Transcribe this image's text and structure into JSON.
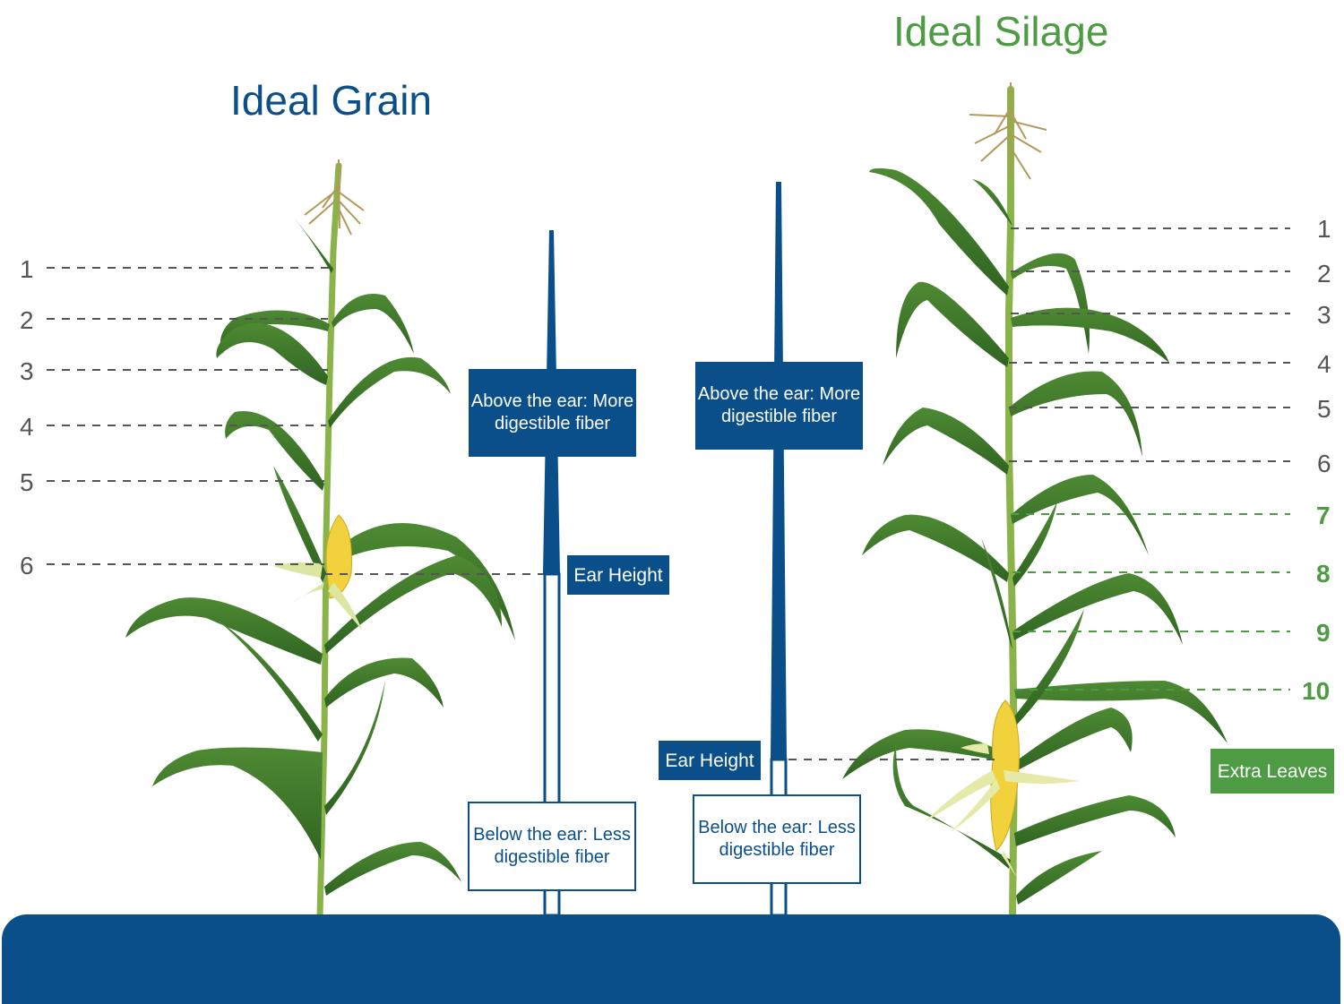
{
  "titles": {
    "grain": "Ideal Grain",
    "silage": "Ideal Silage"
  },
  "grain_leaf_numbers": [
    "1",
    "2",
    "3",
    "4",
    "5",
    "6"
  ],
  "silage_leaf_numbers": [
    "1",
    "2",
    "3",
    "4",
    "5",
    "6"
  ],
  "silage_extra_leaf_numbers": [
    "7",
    "8",
    "9",
    "10"
  ],
  "grain_labels": {
    "above": "Above the ear: More digestible fiber",
    "ear_height": "Ear Height",
    "below": "Below the ear: Less digestible fiber"
  },
  "silage_labels": {
    "above": "Above the ear: More digestible fiber",
    "ear_height": "Ear Height",
    "below": "Below the ear: Less digestible fiber",
    "extra": "Extra Leaves"
  },
  "colors": {
    "navy": "#0a4f8a",
    "green": "#4d9b43",
    "stalk": "#8ab34a",
    "leaf": "#3f7a2a",
    "ear": "#f2d23c",
    "gray": "#555555"
  }
}
